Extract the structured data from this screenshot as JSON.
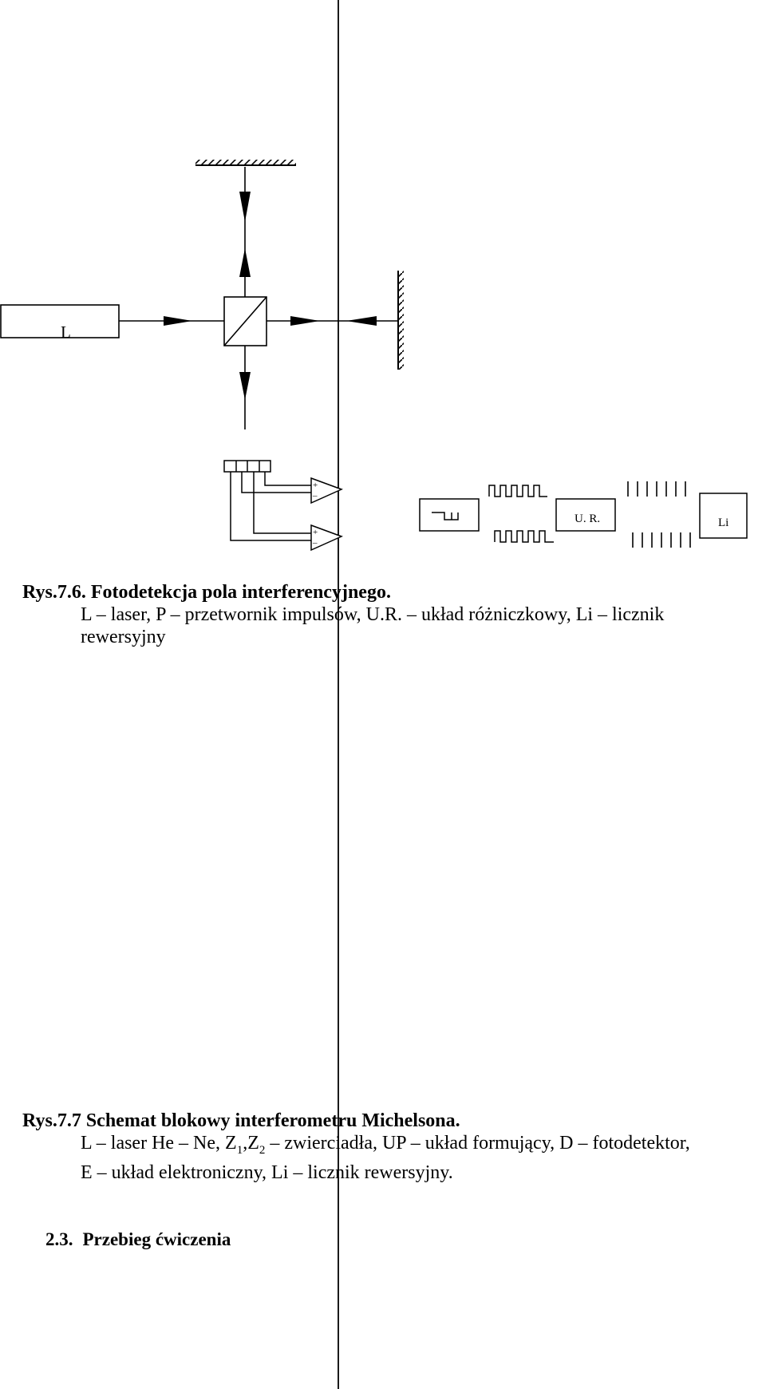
{
  "figure": {
    "laser_label": "L",
    "ur_label": "U. R.",
    "li_label": "Li",
    "comparator_plus": "+",
    "comparator_minus": "–"
  },
  "caption_1": {
    "title": "Rys.7.6. Fotodetekcja pola interferencyjnego.",
    "line_1": "L – laser, P – przetwornik impulsów, U.R. – układ różniczkowy, Li – licznik",
    "line_2": "rewersyjny"
  },
  "caption_2": {
    "title": "Rys.7.7 Schemat blokowy interferometru Michelsona.",
    "line_1_a": "L – laser He – Ne, Z",
    "sub_1": "1",
    "line_1_b": ",Z",
    "sub_2": "2",
    "line_1_c": " – zwierciadła, UP – układ formujący, D – fotodetektor,",
    "line_2": "E – układ elektroniczny, Li – licznik rewersyjny."
  },
  "section": {
    "number": "2.3.",
    "title": "Przebieg ćwiczenia"
  },
  "colors": {
    "ink": "#000000",
    "paper": "#ffffff"
  }
}
